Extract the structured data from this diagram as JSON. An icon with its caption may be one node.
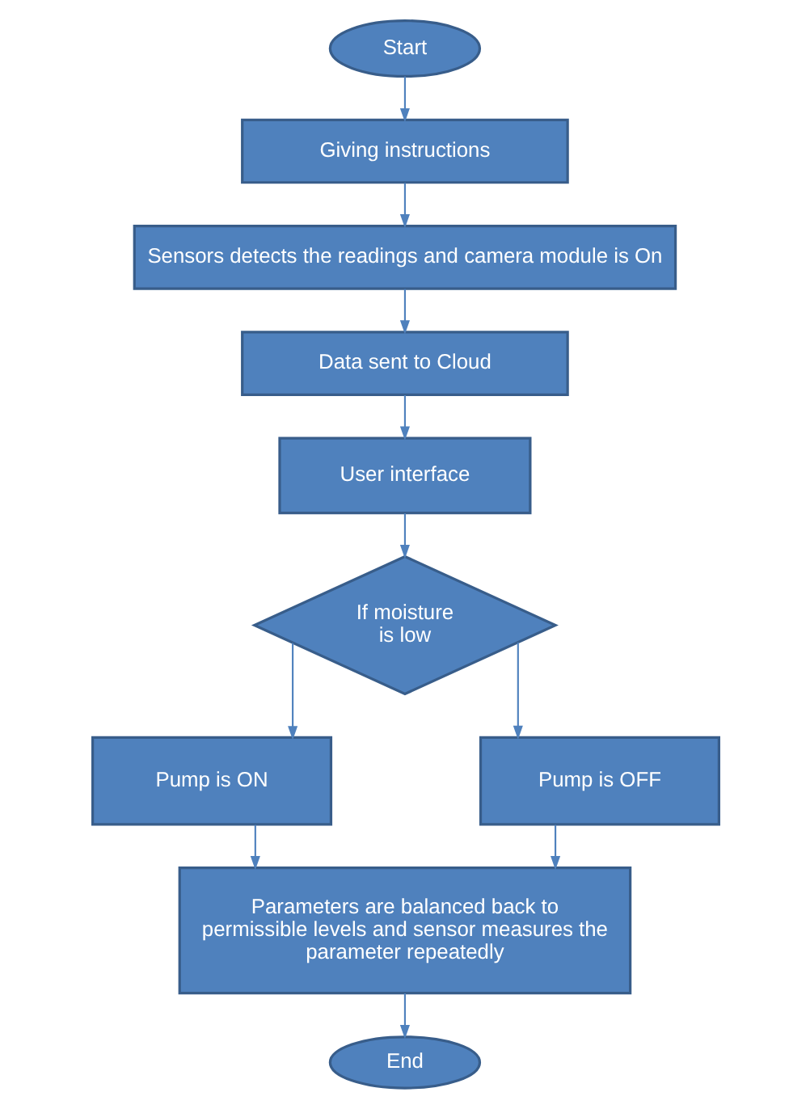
{
  "diagram": {
    "nodes": [
      {
        "text": [
          "Start"
        ]
      },
      {
        "text": [
          "Giving instructions"
        ]
      },
      {
        "text": [
          "Sensors detects the readings and camera module is On"
        ]
      },
      {
        "text": [
          "Data sent to Cloud"
        ]
      },
      {
        "text": [
          "User interface"
        ]
      },
      {
        "text": [
          "If moisture is low"
        ]
      },
      {
        "text": [
          "Pump is ON"
        ]
      },
      {
        "text": [
          "Pump is OFF"
        ]
      },
      {
        "text": [
          "Parameters are balanced back to permissible levels and sensor measures the parameter repeatedly"
        ]
      },
      {
        "text": [
          "End"
        ]
      }
    ],
    "edges": [
      {
        "from": 0,
        "to": 1,
        "arrow": "to"
      },
      {
        "from": 1,
        "to": 2,
        "arrow": "to"
      },
      {
        "from": 2,
        "to": 3,
        "arrow": "to"
      },
      {
        "from": 3,
        "to": 4,
        "arrow": "to"
      },
      {
        "from": 4,
        "to": 5,
        "arrow": "to"
      },
      {
        "from": 5,
        "to": 6,
        "arrow": "to"
      },
      {
        "from": 5,
        "to": 7,
        "arrow": "to"
      },
      {
        "from": 6,
        "to": 8,
        "arrow": "to"
      },
      {
        "from": 7,
        "to": 8,
        "arrow": "to"
      },
      {
        "from": 8,
        "to": 9,
        "arrow": "to"
      }
    ]
  }
}
